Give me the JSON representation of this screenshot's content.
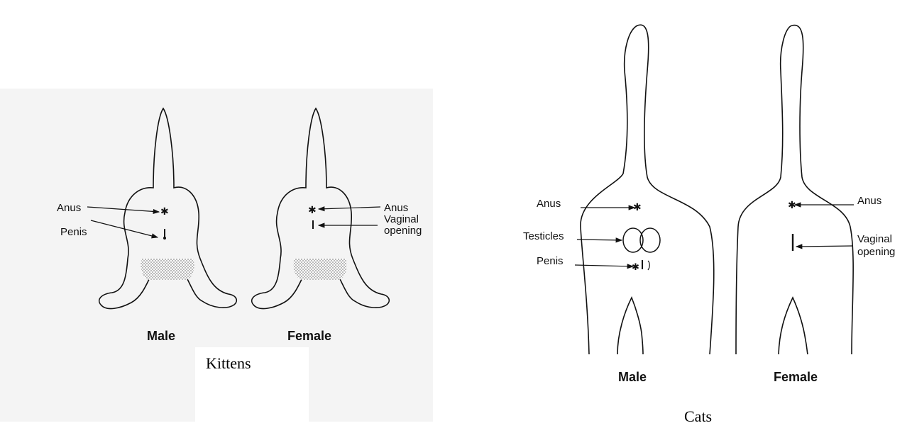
{
  "kittens": {
    "caption": "Kittens",
    "male": {
      "sex_label": "Male",
      "anus_label": "Anus",
      "penis_label": "Penis"
    },
    "female": {
      "sex_label": "Female",
      "anus_label": "Anus",
      "vaginal_label_line1": "Vaginal",
      "vaginal_label_line2": "opening"
    }
  },
  "cats": {
    "caption": "Cats",
    "male": {
      "sex_label": "Male",
      "anus_label": "Anus",
      "testicles_label": "Testicles",
      "penis_label": "Penis"
    },
    "female": {
      "sex_label": "Female",
      "anus_label": "Anus",
      "vaginal_label_line1": "Vaginal",
      "vaginal_label_line2": "opening"
    }
  },
  "colors": {
    "ink": "#111111",
    "paper": "#f4f4f4",
    "shading": "#9a9a9a"
  }
}
